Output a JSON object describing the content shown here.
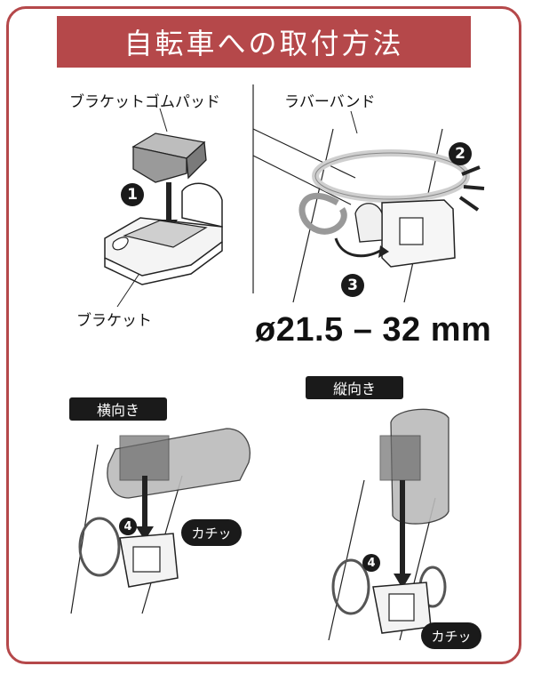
{
  "title": "自転車への取付方法",
  "labels": {
    "bracket_rubber_pad": "ブラケットゴムパッド",
    "rubber_band": "ラバーバンド",
    "bracket": "ブラケット",
    "diameter_range": "ø21.5 – 32 mm"
  },
  "steps": [
    "1",
    "2",
    "3",
    "4"
  ],
  "orientations": {
    "horizontal": "横向き",
    "vertical": "縦向き"
  },
  "click_label": "カチッ",
  "colors": {
    "accent": "#b5484a",
    "dark": "#1a1a1a",
    "part_gray": "#8c8c8c",
    "band_gray": "#cfcfcf"
  }
}
